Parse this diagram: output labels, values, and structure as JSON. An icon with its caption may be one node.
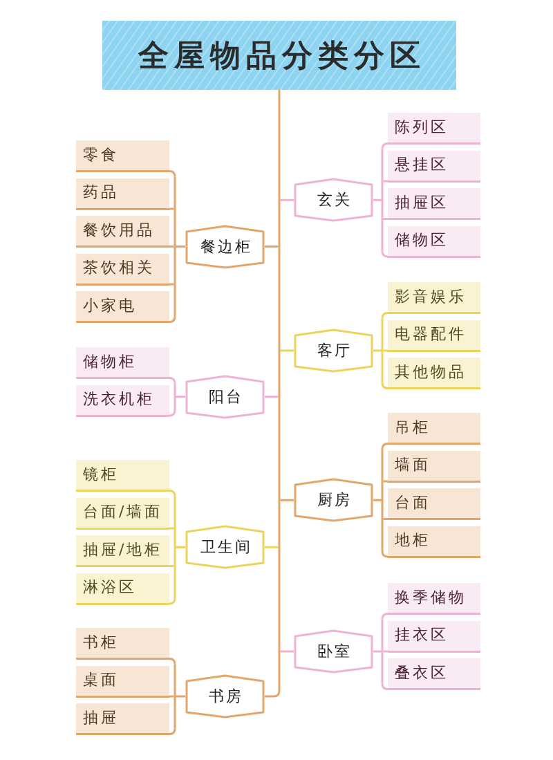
{
  "diagram": {
    "nodes": [
      {
        "text": [
          "全屋物品分类分区"
        ]
      },
      {
        "text": [
          "玄关"
        ]
      },
      {
        "text": [
          "陈列区"
        ]
      },
      {
        "text": [
          "悬挂区"
        ]
      },
      {
        "text": [
          "抽屉区"
        ]
      },
      {
        "text": [
          "储物区"
        ]
      },
      {
        "text": [
          "餐边柜"
        ]
      },
      {
        "text": [
          "零食"
        ]
      },
      {
        "text": [
          "药品"
        ]
      },
      {
        "text": [
          "餐饮用品"
        ]
      },
      {
        "text": [
          "茶饮相关"
        ]
      },
      {
        "text": [
          "小家电"
        ]
      },
      {
        "text": [
          "客厅"
        ]
      },
      {
        "text": [
          "影音娱乐"
        ]
      },
      {
        "text": [
          "电器配件"
        ]
      },
      {
        "text": [
          "其他物品"
        ]
      },
      {
        "text": [
          "阳台"
        ]
      },
      {
        "text": [
          "储物柜"
        ]
      },
      {
        "text": [
          "洗衣机柜"
        ]
      },
      {
        "text": [
          "厨房"
        ]
      },
      {
        "text": [
          "吊柜"
        ]
      },
      {
        "text": [
          "墙面"
        ]
      },
      {
        "text": [
          "台面"
        ]
      },
      {
        "text": [
          "地柜"
        ]
      },
      {
        "text": [
          "卫生间"
        ]
      },
      {
        "text": [
          "镜柜"
        ]
      },
      {
        "text": [
          "台面/墙面"
        ]
      },
      {
        "text": [
          "抽屉/地柜"
        ]
      },
      {
        "text": [
          "淋浴区"
        ]
      },
      {
        "text": [
          "卧室"
        ]
      },
      {
        "text": [
          "换季储物"
        ]
      },
      {
        "text": [
          "挂衣区"
        ]
      },
      {
        "text": [
          "叠衣区"
        ]
      },
      {
        "text": [
          "书房"
        ]
      },
      {
        "text": [
          "书柜"
        ]
      },
      {
        "text": [
          "桌面"
        ]
      },
      {
        "text": [
          "抽屉"
        ]
      }
    ],
    "edges": [
      {
        "from": 0,
        "to": 1,
        "arrow": "none"
      },
      {
        "from": 0,
        "to": 6,
        "arrow": "none"
      },
      {
        "from": 0,
        "to": 12,
        "arrow": "none"
      },
      {
        "from": 0,
        "to": 16,
        "arrow": "none"
      },
      {
        "from": 0,
        "to": 19,
        "arrow": "none"
      },
      {
        "from": 0,
        "to": 24,
        "arrow": "none"
      },
      {
        "from": 0,
        "to": 29,
        "arrow": "none"
      },
      {
        "from": 0,
        "to": 33,
        "arrow": "none"
      },
      {
        "from": 1,
        "to": 2,
        "arrow": "none",
        "color": "#eeb3d3"
      },
      {
        "from": 1,
        "to": 3,
        "arrow": "none",
        "color": "#eeb3d3"
      },
      {
        "from": 1,
        "to": 4,
        "arrow": "none",
        "color": "#eeb3d3"
      },
      {
        "from": 1,
        "to": 5,
        "arrow": "none",
        "color": "#eeb3d3"
      },
      {
        "from": 6,
        "to": 7,
        "arrow": "none"
      },
      {
        "from": 6,
        "to": 8,
        "arrow": "none"
      },
      {
        "from": 6,
        "to": 9,
        "arrow": "none"
      },
      {
        "from": 6,
        "to": 10,
        "arrow": "none"
      },
      {
        "from": 6,
        "to": 11,
        "arrow": "none"
      },
      {
        "from": 12,
        "to": 13,
        "arrow": "none",
        "color": "#ecd35c"
      },
      {
        "from": 12,
        "to": 14,
        "arrow": "none",
        "color": "#ecd35c"
      },
      {
        "from": 12,
        "to": 15,
        "arrow": "none",
        "color": "#ecd35c"
      },
      {
        "from": 16,
        "to": 17,
        "arrow": "none",
        "color": "#eeb3d3"
      },
      {
        "from": 16,
        "to": 18,
        "arrow": "none",
        "color": "#eeb3d3"
      },
      {
        "from": 19,
        "to": 20,
        "arrow": "none"
      },
      {
        "from": 19,
        "to": 21,
        "arrow": "none"
      },
      {
        "from": 19,
        "to": 22,
        "arrow": "none"
      },
      {
        "from": 19,
        "to": 23,
        "arrow": "none"
      },
      {
        "from": 24,
        "to": 25,
        "arrow": "none",
        "color": "#ecd35c"
      },
      {
        "from": 24,
        "to": 26,
        "arrow": "none",
        "color": "#ecd35c"
      },
      {
        "from": 24,
        "to": 27,
        "arrow": "none",
        "color": "#ecd35c"
      },
      {
        "from": 24,
        "to": 28,
        "arrow": "none",
        "color": "#ecd35c"
      },
      {
        "from": 29,
        "to": 30,
        "arrow": "none",
        "color": "#eeb3d3"
      },
      {
        "from": 29,
        "to": 31,
        "arrow": "none",
        "color": "#eeb3d3"
      },
      {
        "from": 29,
        "to": 32,
        "arrow": "none",
        "color": "#eeb3d3"
      },
      {
        "from": 33,
        "to": 34,
        "arrow": "none"
      },
      {
        "from": 33,
        "to": 35,
        "arrow": "none"
      },
      {
        "from": 33,
        "to": 36,
        "arrow": "none"
      }
    ]
  }
}
